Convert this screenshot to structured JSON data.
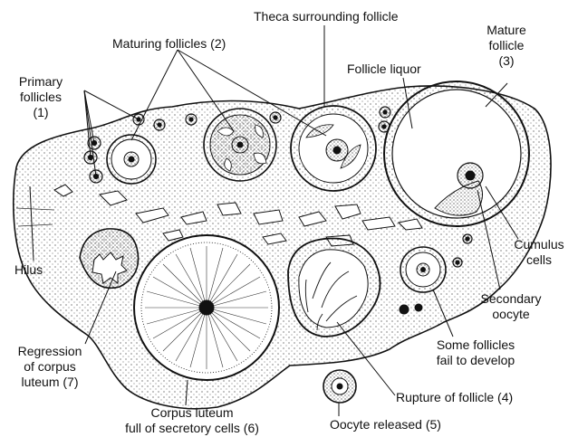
{
  "labels": {
    "theca": "Theca surrounding follicle",
    "maturing": "Maturing follicles (2)",
    "mature_1": "Mature",
    "mature_2": "follicle",
    "mature_3": "(3)",
    "primary_1": "Primary",
    "primary_2": "follicles",
    "primary_3": "(1)",
    "liquor": "Follicle liquor",
    "hilus": "Hilus",
    "cumulus_1": "Cumulus",
    "cumulus_2": "cells",
    "secondary_1": "Secondary",
    "secondary_2": "oocyte",
    "fail_1": "Some follicles",
    "fail_2": "fail to develop",
    "regression_1": "Regression",
    "regression_2": "of corpus",
    "regression_3": "luteum (7)",
    "corpus_1": "Corpus luteum",
    "corpus_2": "full of secretory cells (6)",
    "rupture": "Rupture of follicle (4)",
    "released": "Oocyte released (5)"
  }
}
